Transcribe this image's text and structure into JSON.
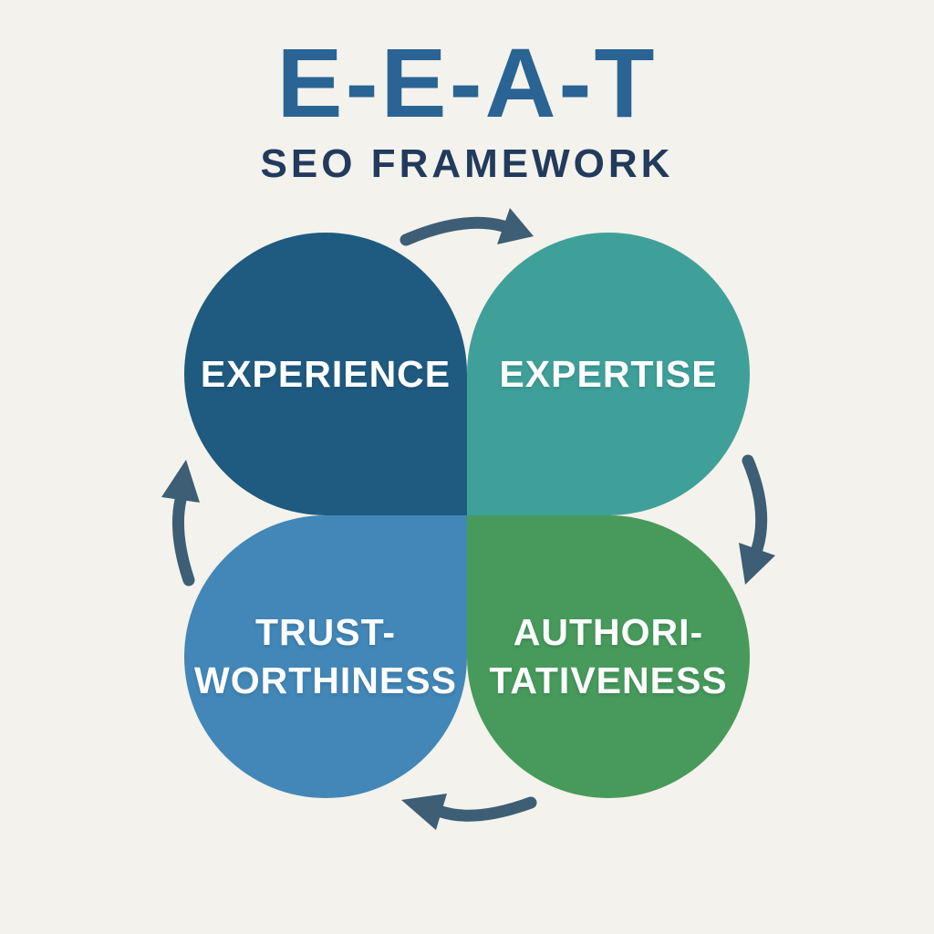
{
  "title": {
    "text": "E-E-A-T",
    "color": "#2a6494"
  },
  "subtitle": {
    "text": "SEO FRAMEWORK",
    "color": "#223a5c"
  },
  "petals": [
    {
      "name": "experience",
      "line1": "EXPERIENCE",
      "color": "#1f5a80",
      "position": "top-left"
    },
    {
      "name": "expertise",
      "line1": "EXPERTISE",
      "color": "#3fa099",
      "position": "top-right"
    },
    {
      "name": "trustworthiness",
      "line1": "TRUST-",
      "line2": "WORTHINESS",
      "color": "#4287b7",
      "position": "bottom-left"
    },
    {
      "name": "authoritativeness",
      "line1": "AUTHORI-",
      "line2": "TATIVENESS",
      "color": "#479a5b",
      "position": "bottom-right"
    }
  ],
  "arrows": {
    "color": "#3d5e74",
    "items": [
      {
        "name": "top",
        "direction": "experience-to-expertise"
      },
      {
        "name": "right",
        "direction": "expertise-to-authoritativeness"
      },
      {
        "name": "bottom",
        "direction": "authoritativeness-to-trustworthiness"
      },
      {
        "name": "left",
        "direction": "trustworthiness-to-experience"
      }
    ]
  },
  "background_color": "#f4f2ec",
  "label_text_color": "#ffffff"
}
